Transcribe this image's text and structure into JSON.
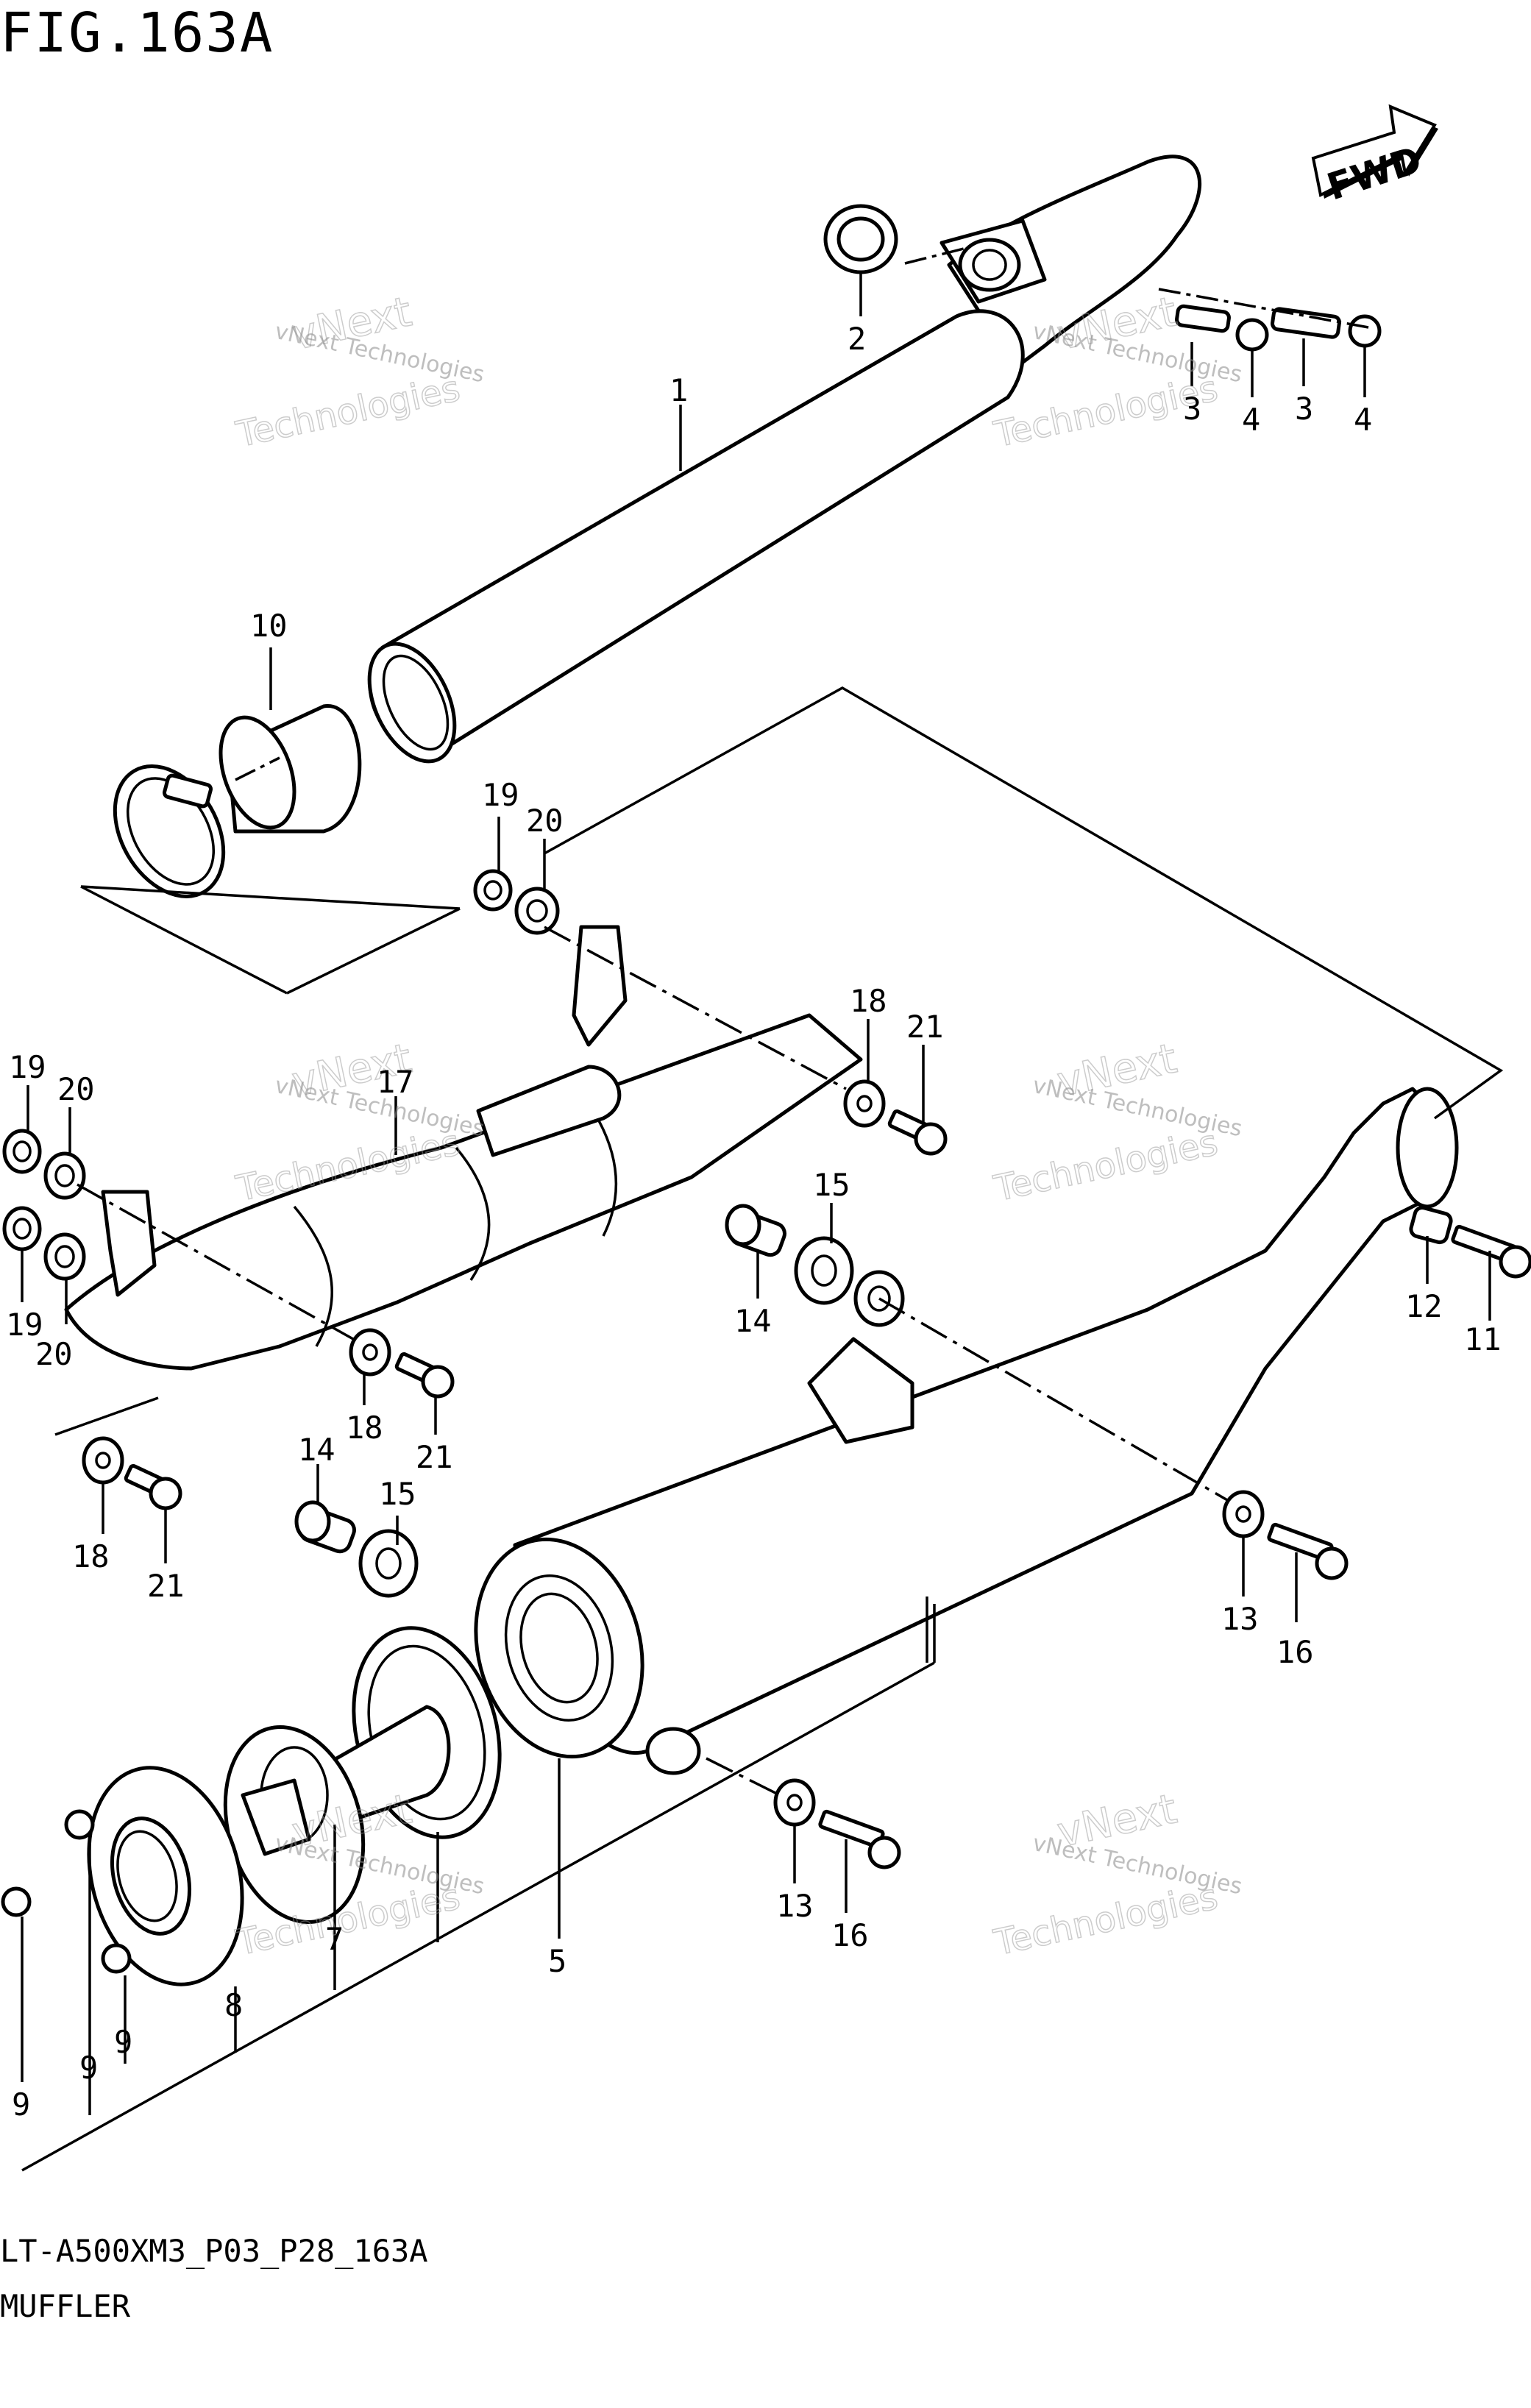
{
  "figure_title": "FIG.163A",
  "model_code": "LT-A500XM3_P03_P28_163A",
  "caption": "MUFFLER",
  "fwd_label": "FWD",
  "watermark": {
    "line1": "vNext Technologies",
    "line2": "vNext",
    "line3": "Technologies"
  },
  "callouts": [
    {
      "id": "c1",
      "label": "1"
    },
    {
      "id": "c2",
      "label": "2"
    },
    {
      "id": "c3a",
      "label": "3"
    },
    {
      "id": "c3b",
      "label": "3"
    },
    {
      "id": "c4a",
      "label": "4"
    },
    {
      "id": "c4b",
      "label": "4"
    },
    {
      "id": "c5",
      "label": "5"
    },
    {
      "id": "c7",
      "label": "7"
    },
    {
      "id": "c8",
      "label": "8"
    },
    {
      "id": "c9a",
      "label": "9"
    },
    {
      "id": "c9b",
      "label": "9"
    },
    {
      "id": "c9c",
      "label": "9"
    },
    {
      "id": "c10",
      "label": "10"
    },
    {
      "id": "c11",
      "label": "11"
    },
    {
      "id": "c12",
      "label": "12"
    },
    {
      "id": "c13a",
      "label": "13"
    },
    {
      "id": "c13b",
      "label": "13"
    },
    {
      "id": "c14a",
      "label": "14"
    },
    {
      "id": "c14b",
      "label": "14"
    },
    {
      "id": "c15a",
      "label": "15"
    },
    {
      "id": "c15b",
      "label": "15"
    },
    {
      "id": "c16a",
      "label": "16"
    },
    {
      "id": "c16b",
      "label": "16"
    },
    {
      "id": "c17",
      "label": "17"
    },
    {
      "id": "c18a",
      "label": "18"
    },
    {
      "id": "c18b",
      "label": "18"
    },
    {
      "id": "c18c",
      "label": "18"
    },
    {
      "id": "c19a",
      "label": "19"
    },
    {
      "id": "c19b",
      "label": "19"
    },
    {
      "id": "c19c",
      "label": "19"
    },
    {
      "id": "c20a",
      "label": "20"
    },
    {
      "id": "c20b",
      "label": "20"
    },
    {
      "id": "c20c",
      "label": "20"
    },
    {
      "id": "c21a",
      "label": "21"
    },
    {
      "id": "c21b",
      "label": "21"
    },
    {
      "id": "c21c",
      "label": "21"
    }
  ]
}
